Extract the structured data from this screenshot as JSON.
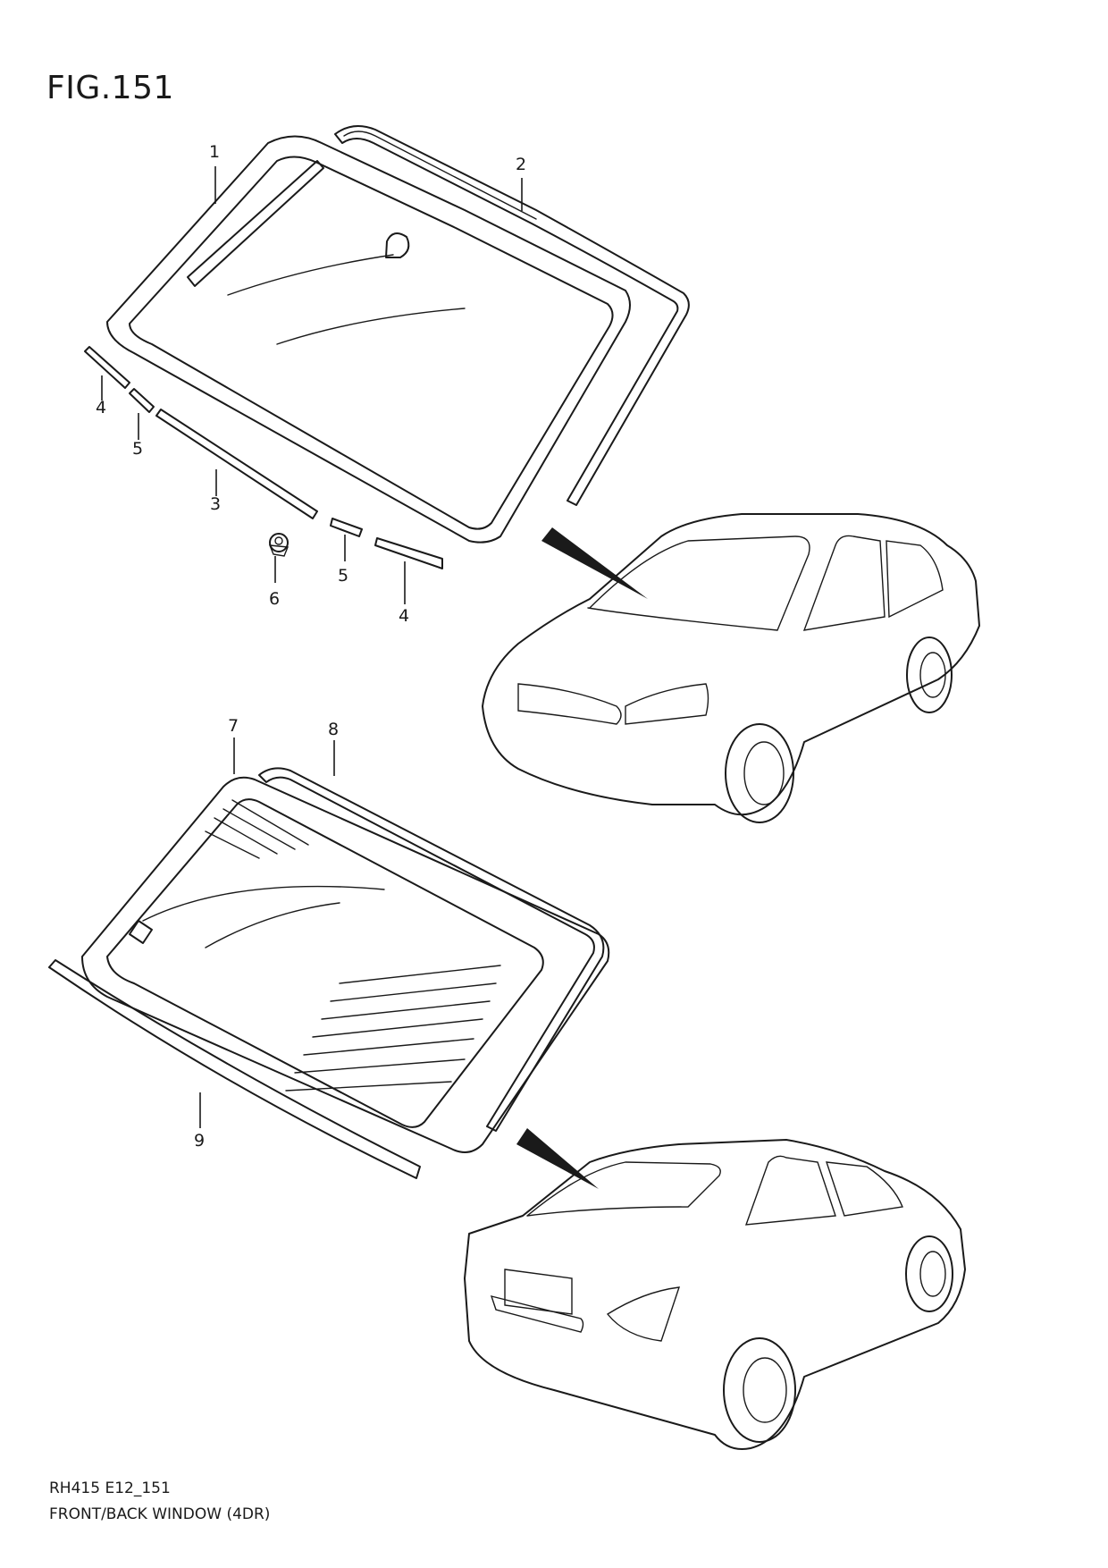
{
  "figure": {
    "title": "FIG.151"
  },
  "callouts": {
    "c1": "1",
    "c2": "2",
    "c3": "3",
    "c4a": "4",
    "c4b": "4",
    "c5a": "5",
    "c5b": "5",
    "c6": "6",
    "c7": "7",
    "c8": "8",
    "c9": "9"
  },
  "footer": {
    "code": "RH415 E12_151",
    "caption": "FRONT/BACK WINDOW (4DR)"
  }
}
